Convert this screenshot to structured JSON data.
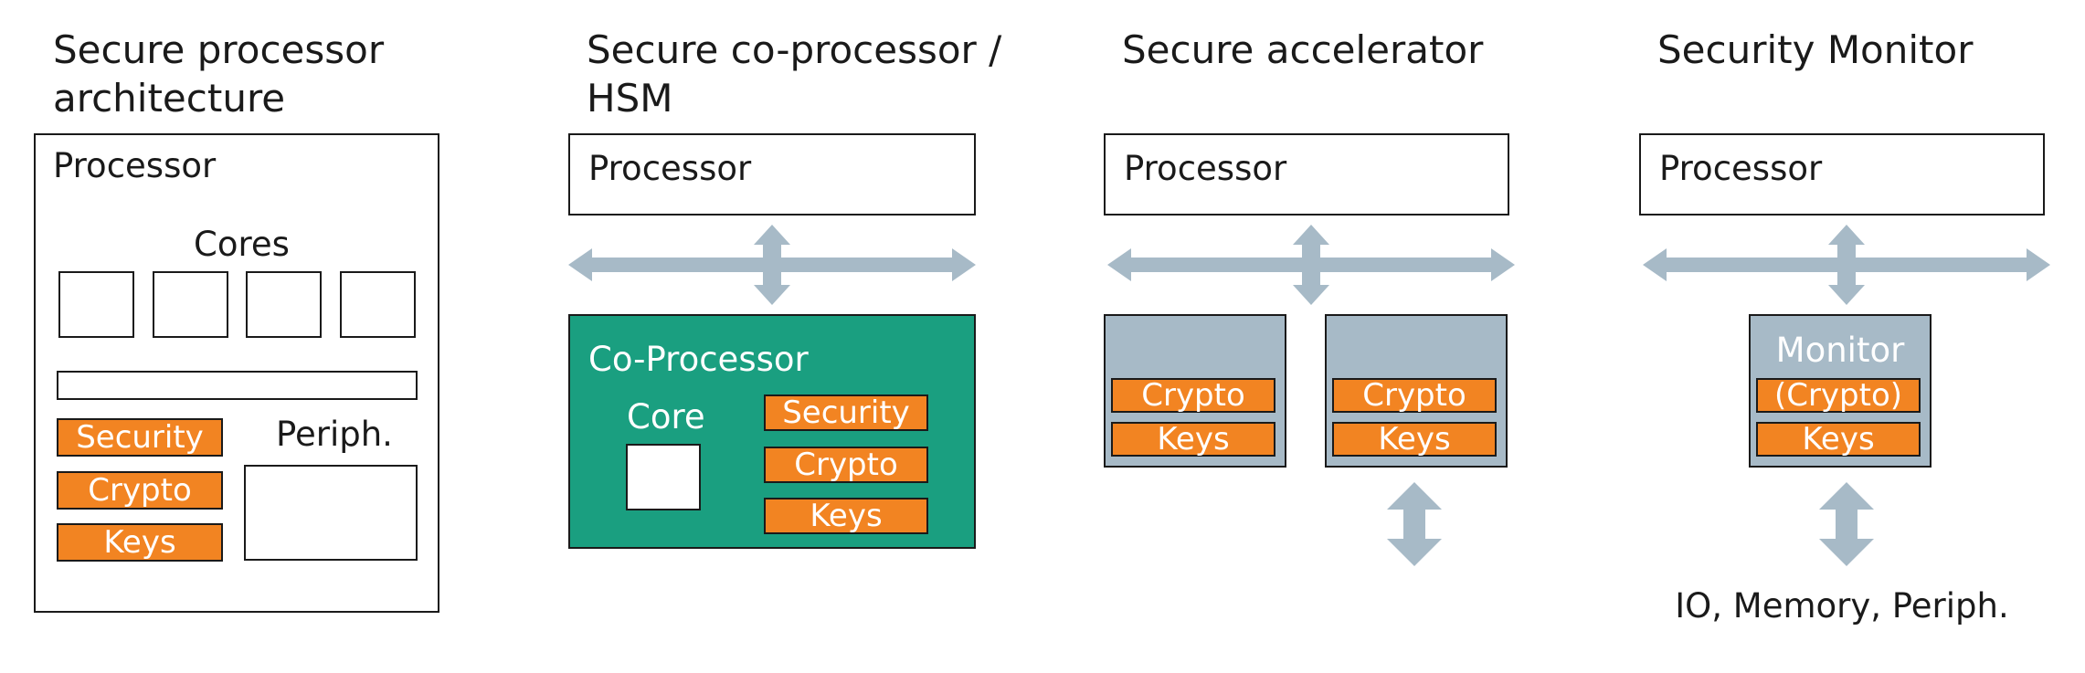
{
  "colors": {
    "accent_orange": "#f28422",
    "coprocessor_green": "#1a9f80",
    "module_grey": "#a7bac7",
    "bus_arrow": "#a7bac7",
    "outline": "#1a1a1a"
  },
  "col1": {
    "heading": "Secure processor\narchitecture",
    "processor": "Processor",
    "cores": "Cores",
    "security": "Security",
    "crypto": "Crypto",
    "keys": "Keys",
    "periph": "Periph."
  },
  "col2": {
    "heading": "Secure co-processor /\nHSM",
    "processor": "Processor",
    "coprocessor": "Co-Processor",
    "core": "Core",
    "security": "Security",
    "crypto": "Crypto",
    "keys": "Keys"
  },
  "col3": {
    "heading": "Secure accelerator",
    "processor": "Processor",
    "crypto_a": "Crypto",
    "keys_a": "Keys",
    "crypto_b": "Crypto",
    "keys_b": "Keys"
  },
  "col4": {
    "heading": "Security Monitor",
    "processor": "Processor",
    "monitor": "Monitor",
    "crypto": "(Crypto)",
    "keys": "Keys",
    "io": "IO, Memory, Periph."
  },
  "icons": {
    "bus_arrow": "bidirectional-bus-arrow"
  }
}
